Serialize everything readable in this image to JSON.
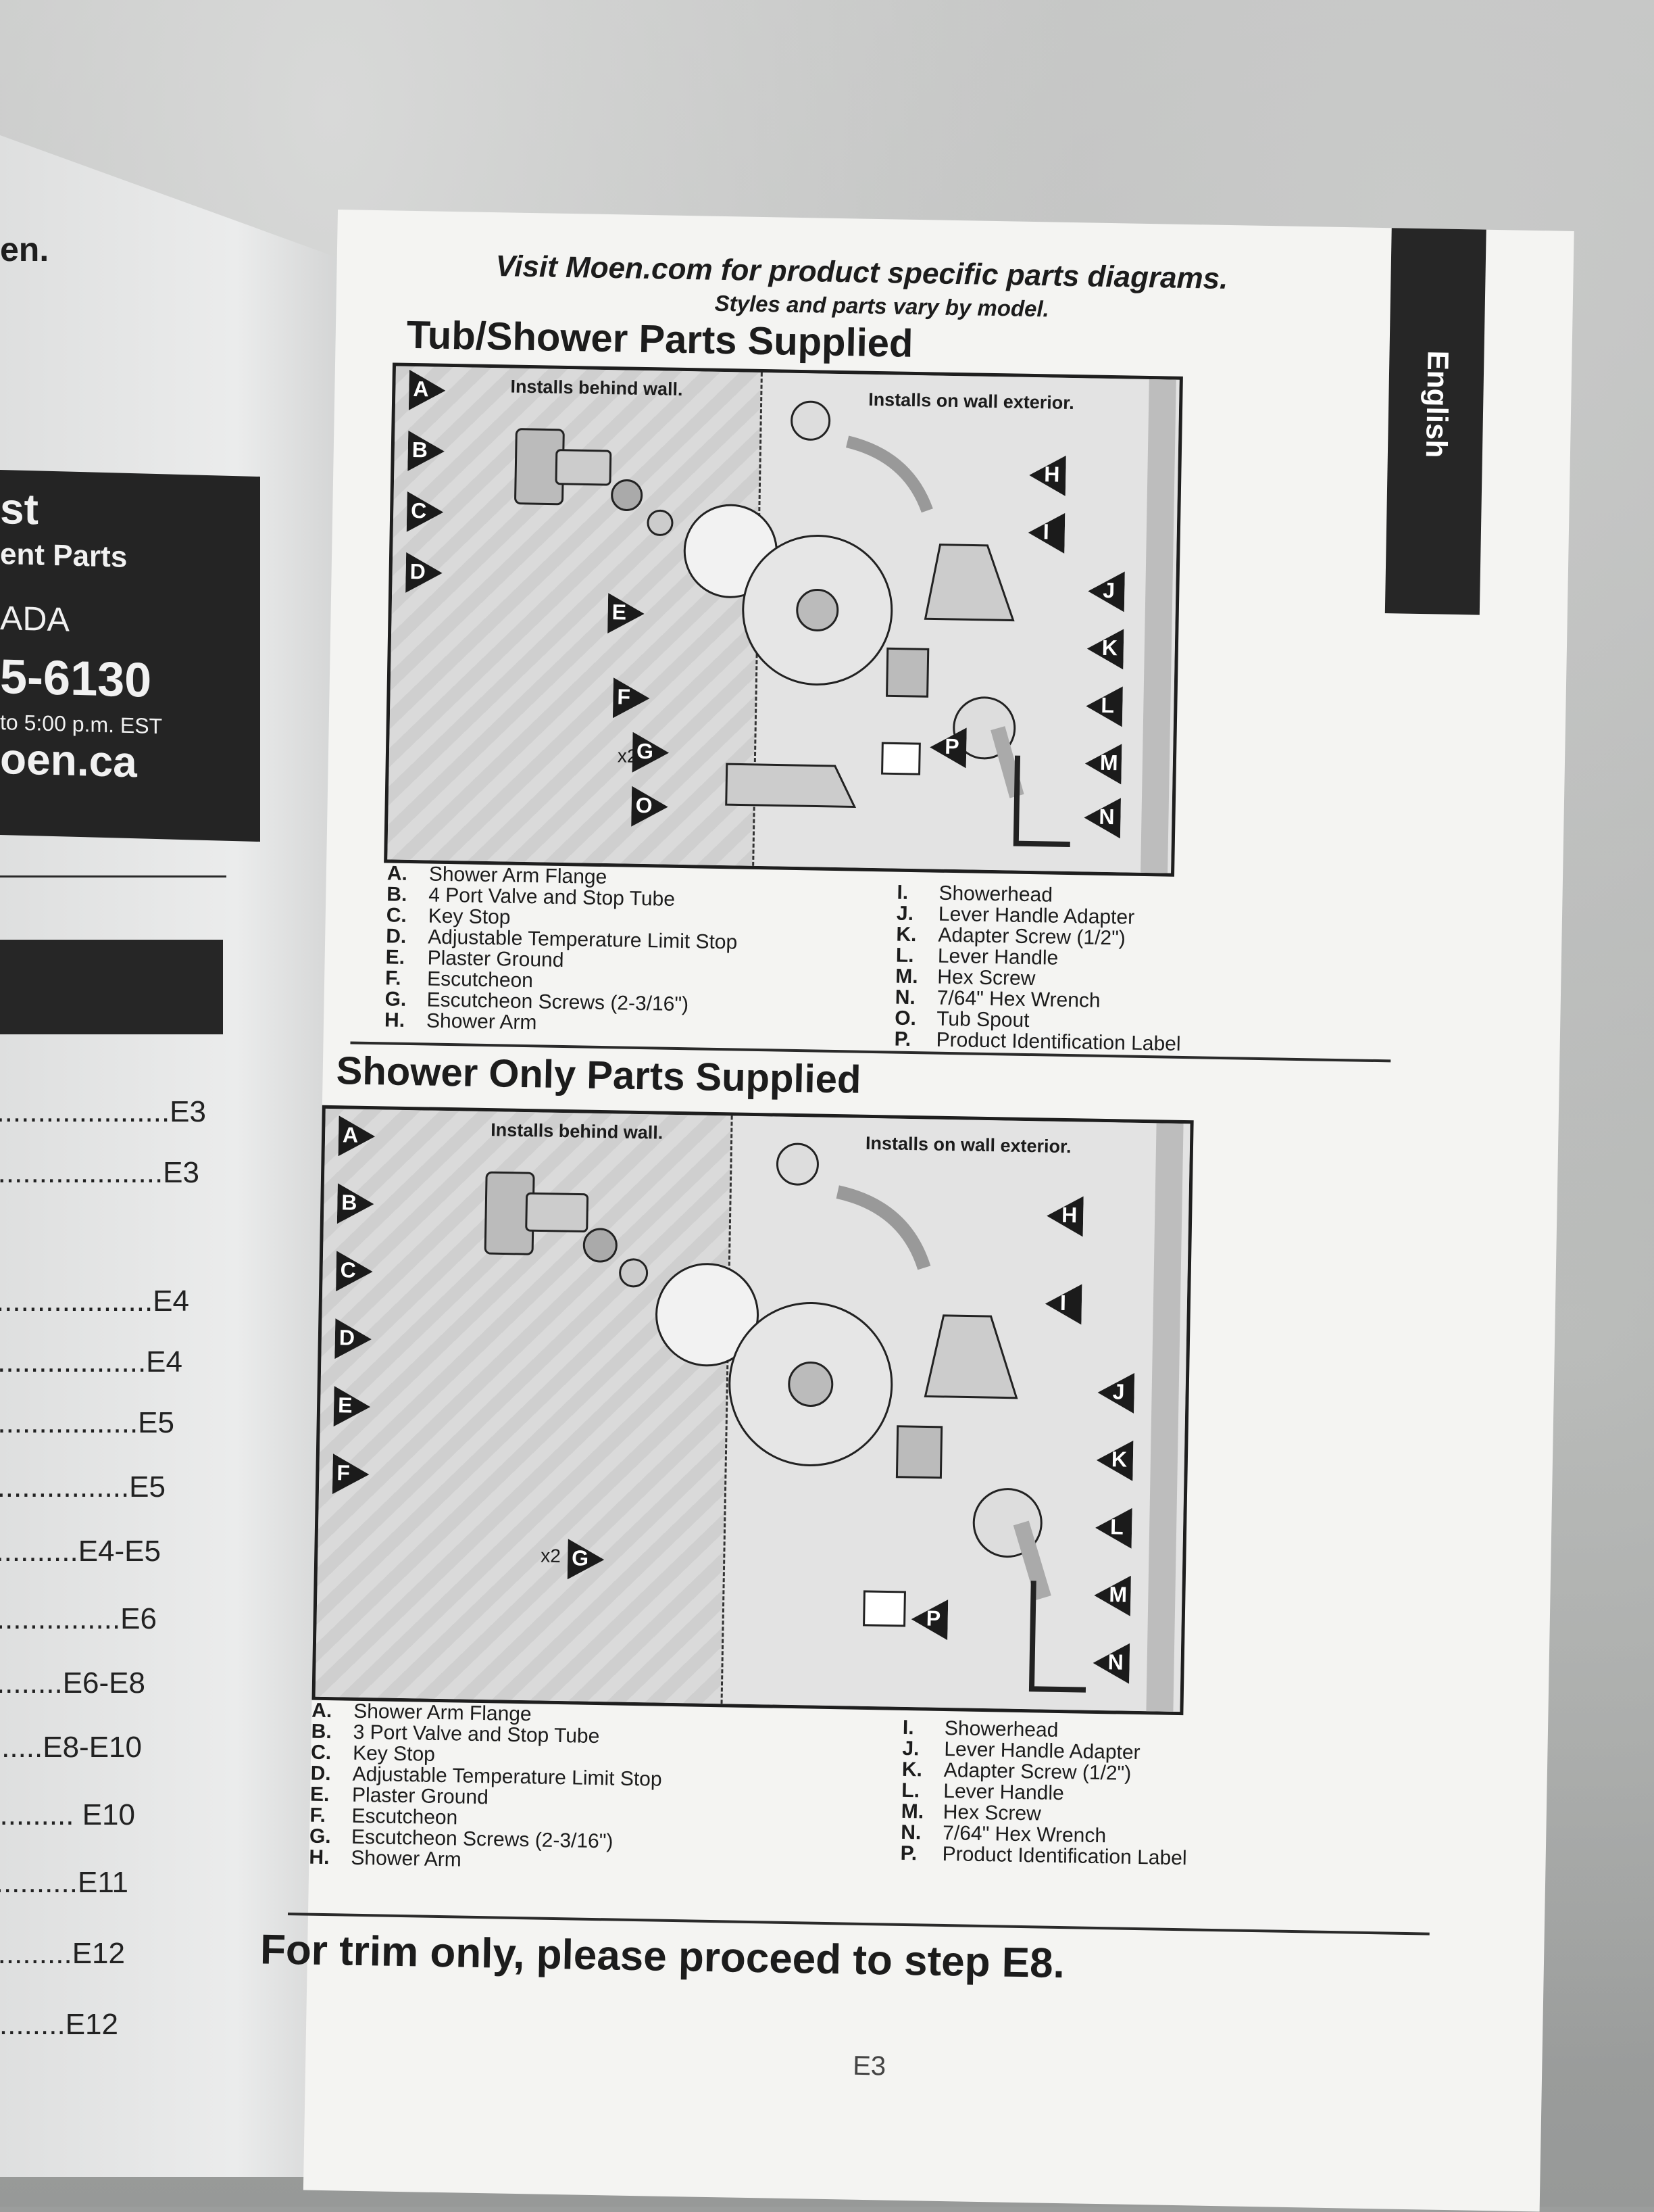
{
  "left_page": {
    "top_fragment": "en.",
    "box_line1": "st",
    "box_line2": "ent Parts",
    "box_line3": "ADA",
    "box_phone": "5-6130",
    "box_hours": "to 5:00 p.m. EST",
    "box_site": "oen.ca",
    "toc_entries": [
      "........................E3",
      "........................E3",
      "........................E4",
      "........................E4",
      "........................E5",
      "........................E5",
      "..................E4-E5",
      "........................E6",
      "..............E6-E8",
      "......E8-E10",
      "........... E10",
      "..........E11",
      "..........E12",
      "..........E12"
    ]
  },
  "page": {
    "tab_label": "English",
    "visit": "Visit Moen.com for product specific parts diagrams.",
    "styles": "Styles and parts vary by model.",
    "page_number": "E3",
    "footer": "For trim only, please proceed to step E8."
  },
  "tub": {
    "title": "Tub/Shower Parts Supplied",
    "label_behind": "Installs behind wall.",
    "label_exterior": "Installs on wall exterior.",
    "x2": "x2",
    "markers_left": [
      "A",
      "B",
      "C",
      "D",
      "E",
      "F",
      "G",
      "O"
    ],
    "markers_right": [
      "H",
      "I",
      "J",
      "K",
      "L",
      "M",
      "N",
      "P"
    ],
    "parts_left": [
      {
        "k": "A.",
        "v": "Shower Arm Flange"
      },
      {
        "k": "B.",
        "v": "4 Port Valve and Stop Tube"
      },
      {
        "k": "C.",
        "v": "Key Stop"
      },
      {
        "k": "D.",
        "v": "Adjustable Temperature Limit Stop"
      },
      {
        "k": "E.",
        "v": "Plaster Ground"
      },
      {
        "k": "F.",
        "v": "Escutcheon"
      },
      {
        "k": "G.",
        "v": "Escutcheon Screws (2-3/16\")"
      },
      {
        "k": "H.",
        "v": "Shower Arm"
      }
    ],
    "parts_right": [
      {
        "k": "I.",
        "v": "Showerhead"
      },
      {
        "k": "J.",
        "v": "Lever Handle Adapter"
      },
      {
        "k": "K.",
        "v": "Adapter Screw (1/2\")"
      },
      {
        "k": "L.",
        "v": "Lever Handle"
      },
      {
        "k": "M.",
        "v": "Hex Screw"
      },
      {
        "k": "N.",
        "v": "7/64\" Hex Wrench"
      },
      {
        "k": "O.",
        "v": "Tub Spout"
      },
      {
        "k": "P.",
        "v": "Product Identification Label"
      }
    ]
  },
  "shower": {
    "title": "Shower Only Parts Supplied",
    "label_behind": "Installs behind wall.",
    "label_exterior": "Installs on wall exterior.",
    "x2": "x2",
    "parts_left": [
      {
        "k": "A.",
        "v": "Shower Arm Flange"
      },
      {
        "k": "B.",
        "v": "3 Port Valve and Stop Tube"
      },
      {
        "k": "C.",
        "v": "Key Stop"
      },
      {
        "k": "D.",
        "v": "Adjustable Temperature Limit Stop"
      },
      {
        "k": "E.",
        "v": "Plaster Ground"
      },
      {
        "k": "F.",
        "v": "Escutcheon"
      },
      {
        "k": "G.",
        "v": "Escutcheon Screws (2-3/16\")"
      },
      {
        "k": "H.",
        "v": "Shower Arm"
      }
    ],
    "parts_right": [
      {
        "k": "I.",
        "v": "Showerhead"
      },
      {
        "k": "J.",
        "v": "Lever Handle Adapter"
      },
      {
        "k": "K.",
        "v": "Adapter Screw (1/2\")"
      },
      {
        "k": "L.",
        "v": "Lever Handle"
      },
      {
        "k": "M.",
        "v": "Hex Screw"
      },
      {
        "k": "N.",
        "v": "7/64\" Hex Wrench"
      },
      {
        "k": "P.",
        "v": "Product Identification Label"
      }
    ]
  }
}
